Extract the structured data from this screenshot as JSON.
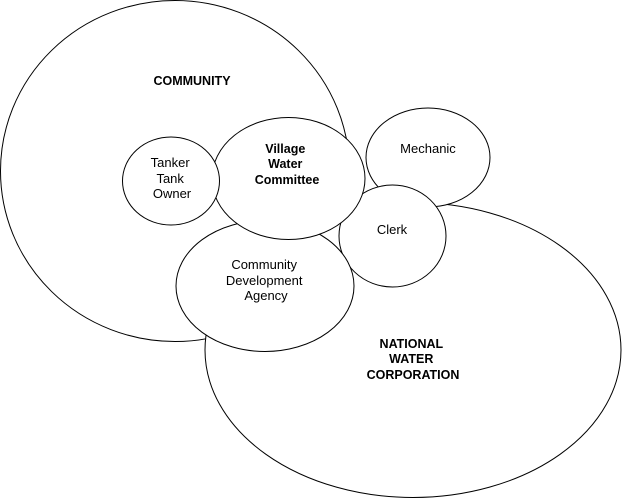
{
  "diagram": {
    "type": "venn-stakeholder-diagram",
    "nodes": [
      {
        "id": "community",
        "lines": [
          "COMMUNITY"
        ],
        "bold": true
      },
      {
        "id": "national-water-corporation",
        "lines": [
          "NATIONAL",
          "WATER",
          "CORPORATION"
        ],
        "bold": true
      },
      {
        "id": "mechanic",
        "lines": [
          "Mechanic"
        ],
        "bold": false
      },
      {
        "id": "clerk",
        "lines": [
          "Clerk"
        ],
        "bold": false
      },
      {
        "id": "community-development-agency",
        "lines": [
          "Community",
          "Development",
          "Agency"
        ],
        "bold": false
      },
      {
        "id": "village-water-committee",
        "lines": [
          "Village",
          "Water",
          "Committee"
        ],
        "bold": true
      },
      {
        "id": "tanker-tank-owner",
        "lines": [
          "Tanker",
          "Tank",
          "Owner"
        ],
        "bold": false
      }
    ]
  }
}
